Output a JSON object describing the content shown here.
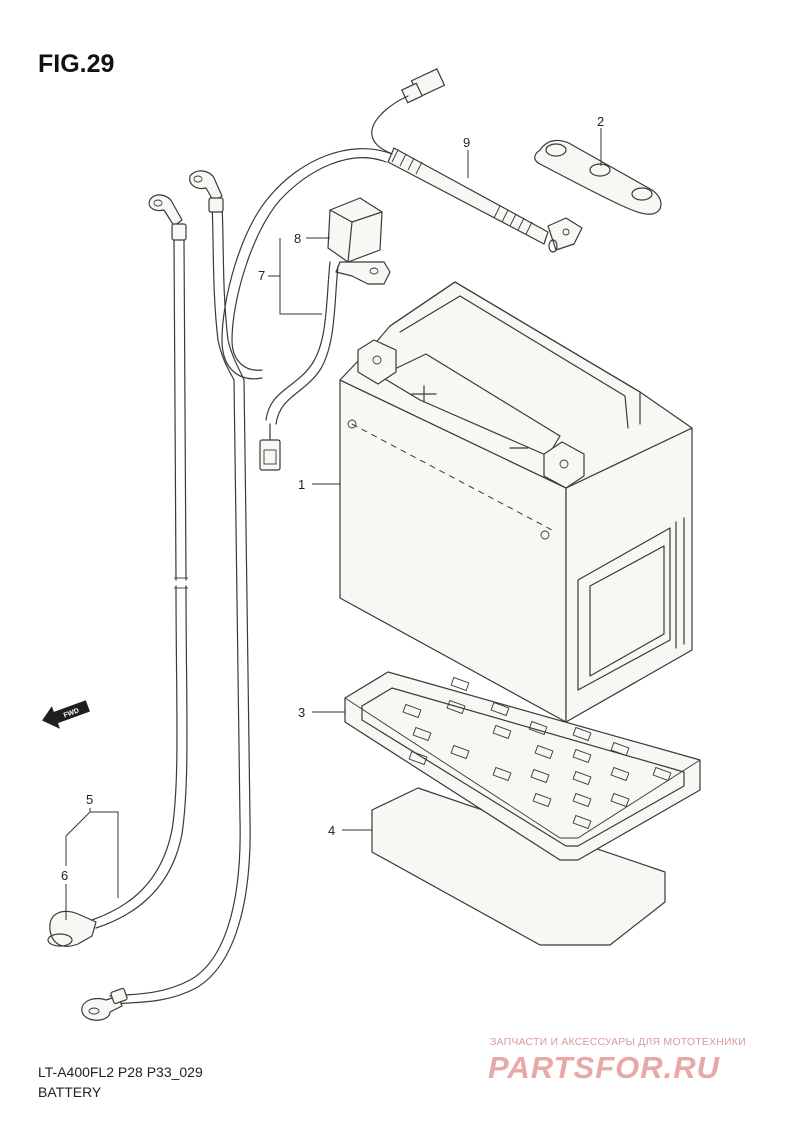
{
  "figure": {
    "title": "FIG.29",
    "model_code": "LT-A400FL2 P28 P33_029",
    "section_name": "BATTERY"
  },
  "callouts": [
    {
      "id": "1",
      "label": "1"
    },
    {
      "id": "2",
      "label": "2"
    },
    {
      "id": "3",
      "label": "3"
    },
    {
      "id": "4",
      "label": "4"
    },
    {
      "id": "5",
      "label": "5"
    },
    {
      "id": "6",
      "label": "6"
    },
    {
      "id": "7",
      "label": "7"
    },
    {
      "id": "8",
      "label": "8"
    },
    {
      "id": "9",
      "label": "9"
    }
  ],
  "fwd_arrow": {
    "label": "FWD"
  },
  "watermark": {
    "tagline": "ЗАПЧАСТИ И АКСЕССУАРЫ ДЛЯ МОТОТЕХНИКИ",
    "logo": "PARTSFOR.RU"
  }
}
